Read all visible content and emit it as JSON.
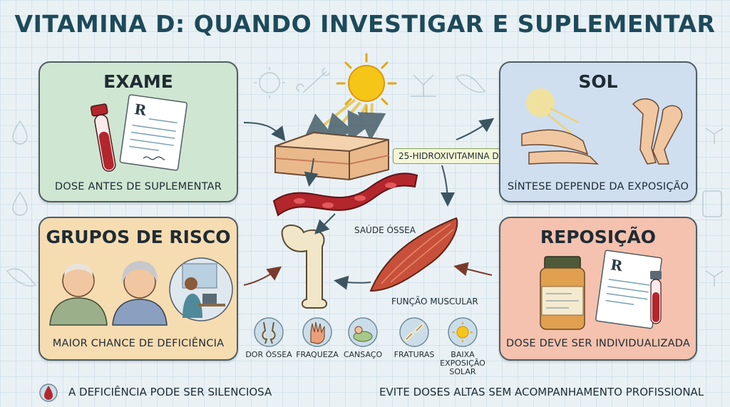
{
  "title": "VITAMINA D: QUANDO INVESTIGAR E SUPLEMENTAR",
  "cards": {
    "exame": {
      "title": "EXAME",
      "caption": "DOSE ANTES DE SUPLEMENTAR",
      "icon": "blood-test-tube-and-prescription-icon",
      "color": "#cfe6d2"
    },
    "sol": {
      "title": "SOL",
      "caption": "SÍNTESE DEPENDE DA EXPOSIÇÃO",
      "icon": "sun-on-arms-and-legs-icon",
      "color": "#cfdff0"
    },
    "risco": {
      "title": "GRUPOS DE RISCO",
      "caption": "MAIOR CHANCE DE DEFICIÊNCIA",
      "icon": "elderly-and-indoor-worker-icon",
      "color": "#f6dcb1"
    },
    "reposicao": {
      "title": "REPOSIÇÃO",
      "caption": "DOSE DEVE SER INDIVIDUALIZADA",
      "icon": "supplement-bottle-and-prescription-icon",
      "color": "#f4c2ae"
    }
  },
  "center": {
    "hydroxy_label": "25-HIDROXIVITAMINA D",
    "bone_label": "SAÚDE ÓSSEA",
    "muscle_label": "FUNÇÃO MUSCULAR"
  },
  "symptoms": [
    {
      "label": "DOR ÓSSEA",
      "icon": "knee-joint-icon"
    },
    {
      "label": "FRAQUEZA",
      "icon": "weak-hand-icon"
    },
    {
      "label": "CANSAÇO",
      "icon": "tired-sleeping-icon"
    },
    {
      "label": "FRATURAS",
      "icon": "broken-bone-icon"
    },
    {
      "label": "BAIXA EXPOSIÇÃO SOLAR",
      "icon": "low-sun-icon"
    }
  ],
  "footer": {
    "left": "A DEFICIÊNCIA PODE SER SILENCIOSA",
    "right": "EVITE DOSES ALTAS SEM ACOMPANHAMENTO PROFISSIONAL"
  },
  "colors": {
    "title": "#1d4a5a",
    "sun": "#f5c518",
    "blood": "#b3262c",
    "bone": "#f2e6c8",
    "muscle": "#c8503a"
  }
}
